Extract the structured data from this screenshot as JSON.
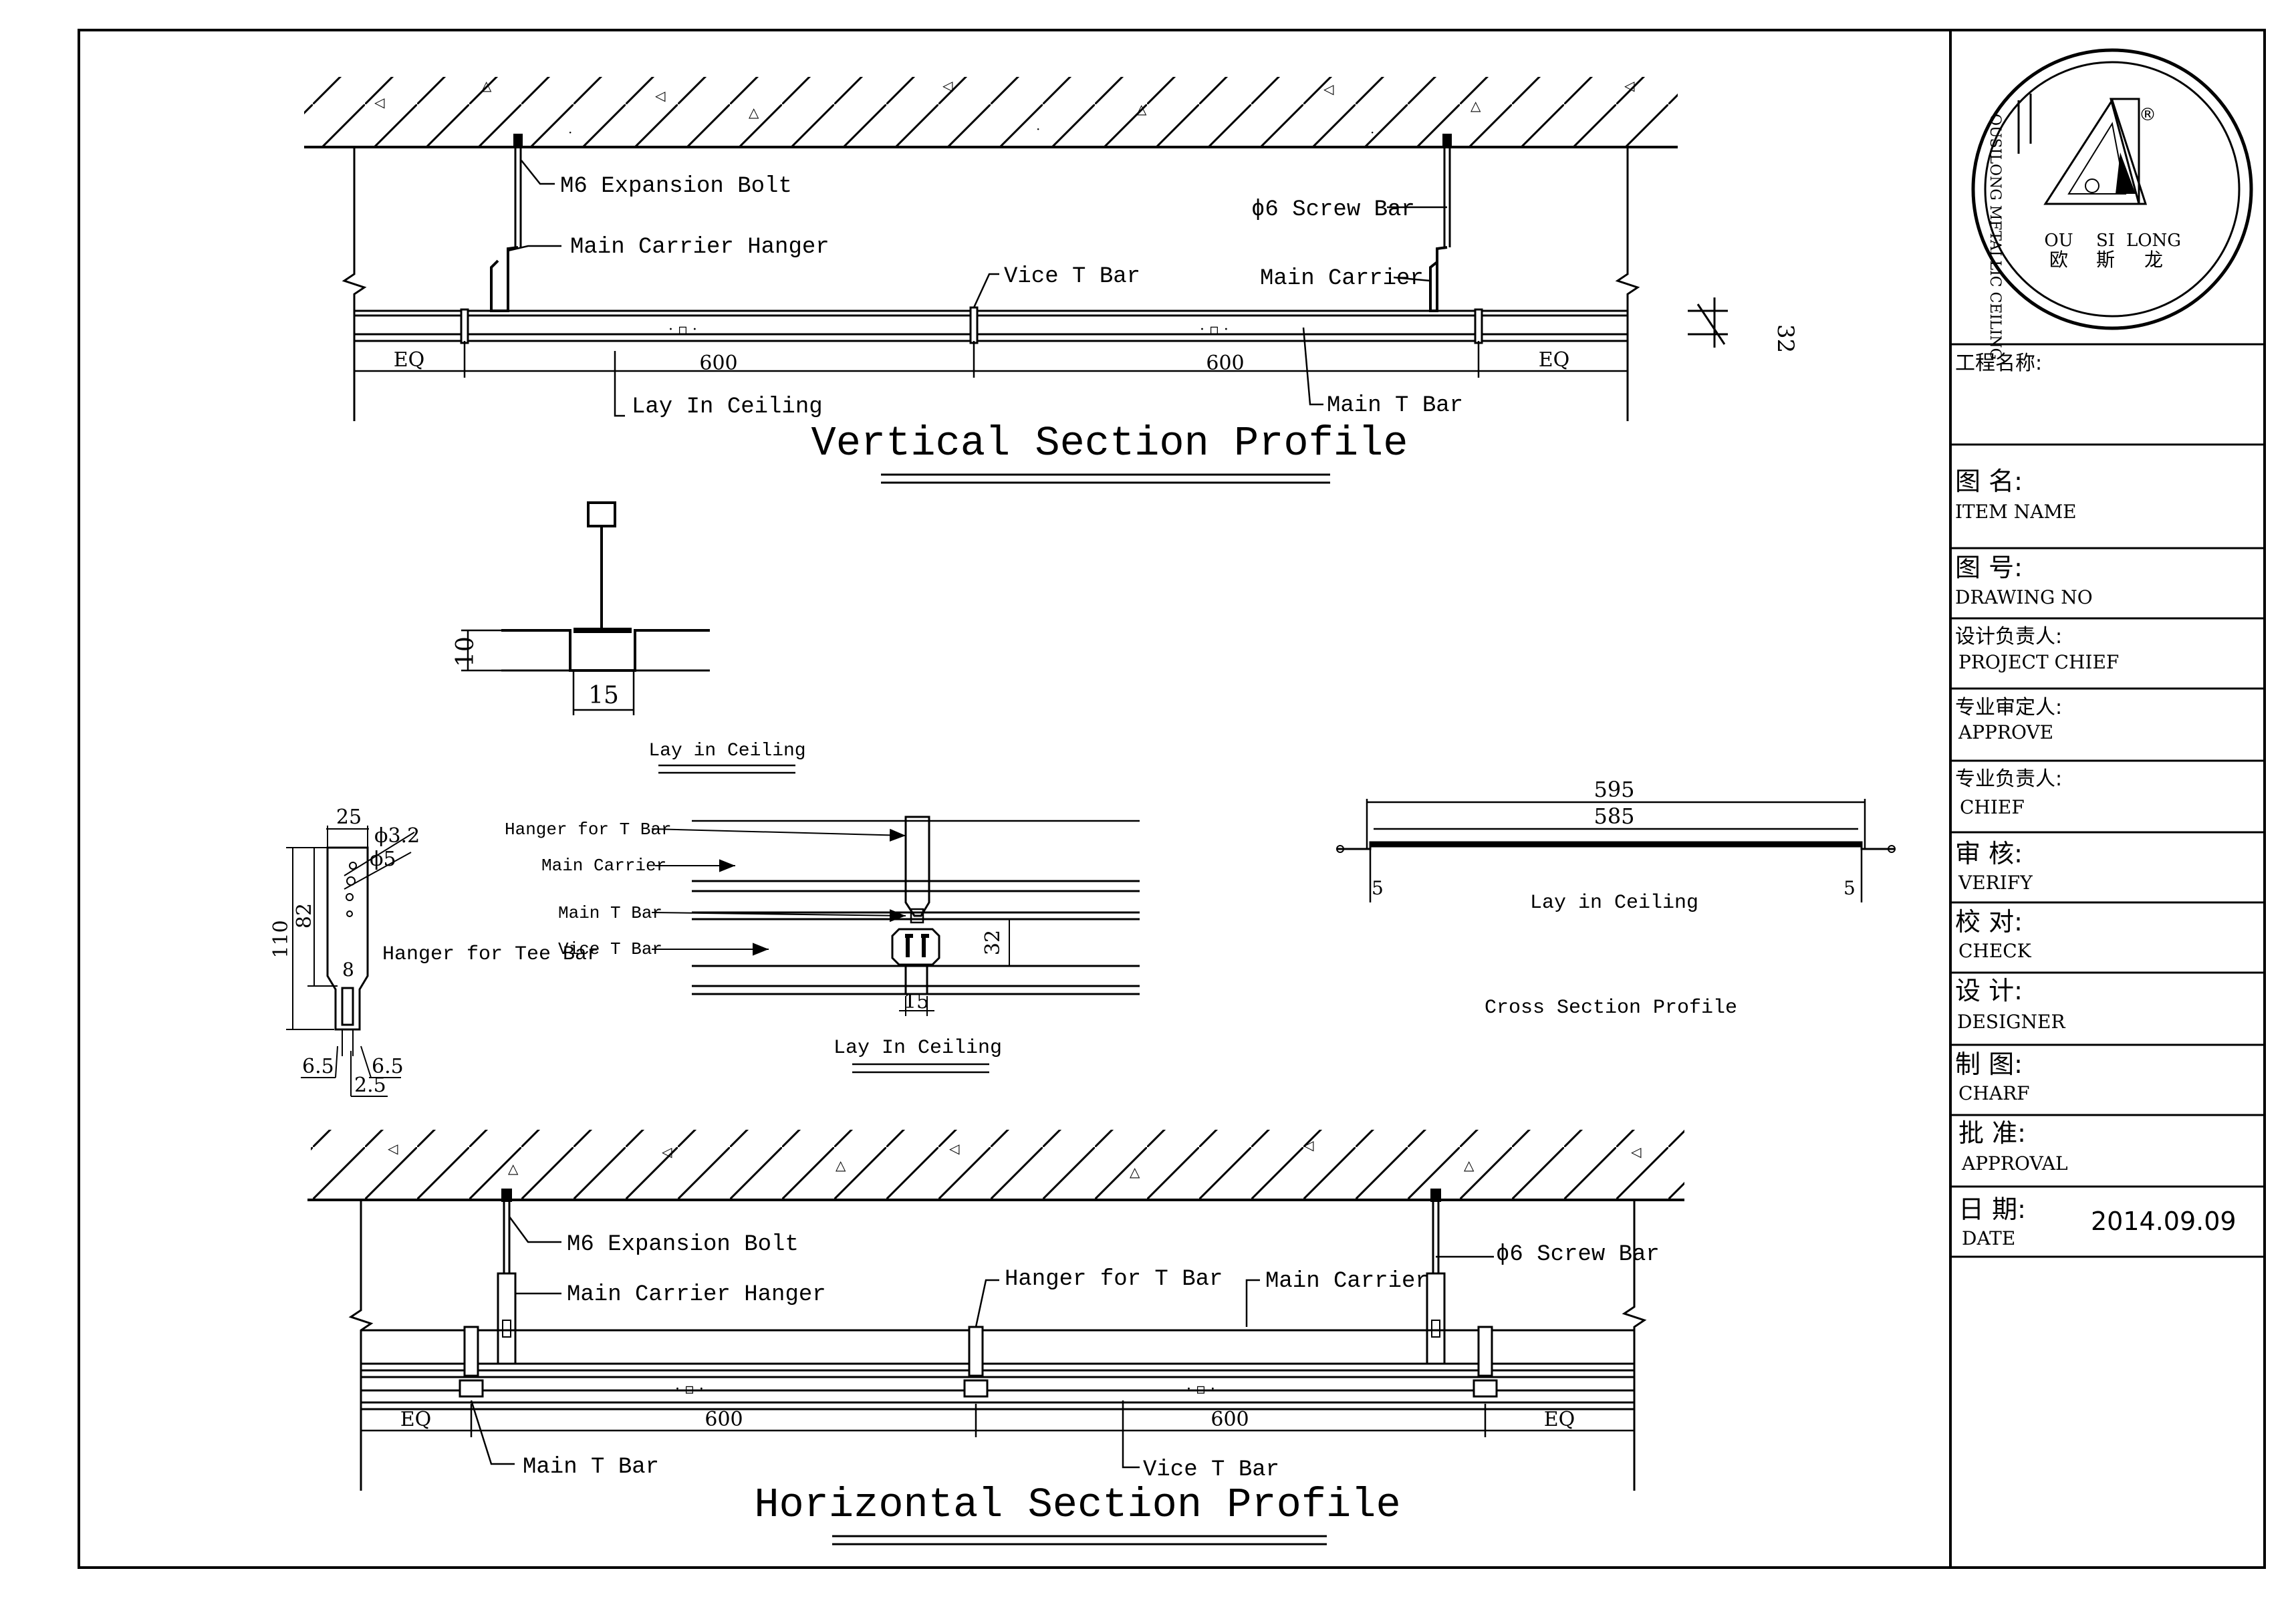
{
  "vertical": {
    "title": "Vertical Section Profile",
    "labels": {
      "expansion_bolt": "M6 Expansion Bolt",
      "carrier_hanger": "Main Carrier Hanger",
      "vice_t_bar": "Vice T Bar",
      "screw_bar": "ϕ6 Screw Bar",
      "main_carrier": "Main Carrier",
      "lay_in_ceiling": "Lay In Ceiling",
      "main_t_bar": "Main T Bar"
    },
    "dims": {
      "eq_left": "EQ",
      "span1": "600",
      "span2": "600",
      "eq_right": "EQ",
      "height": "32"
    }
  },
  "lay_in_detail": {
    "caption": "Lay in Ceiling",
    "dim_height": "10",
    "dim_width": "15"
  },
  "hanger_detail": {
    "label": "Hanger for Tee Bar",
    "dims": {
      "top_width": "25",
      "hole1": "ϕ3.2",
      "hole2": "ϕ5",
      "total_height": "110",
      "upper_height": "82",
      "slot": "8",
      "left": "6.5",
      "right": "6.5",
      "bottom": "2.5"
    }
  },
  "assembly_detail": {
    "labels": {
      "hanger_t_bar": "Hanger for T Bar",
      "main_carrier": "Main Carrier",
      "main_t_bar": "Main T Bar",
      "vice_t_bar": "Vice T Bar"
    },
    "dim_height": "32",
    "dim_width": "15",
    "caption": "Lay In Ceiling"
  },
  "cross_section": {
    "dim_outer": "595",
    "dim_inner": "585",
    "edge_left": "5",
    "edge_right": "5",
    "panel_label": "Lay in Ceiling",
    "caption": "Cross Section Profile"
  },
  "horizontal": {
    "title": "Horizontal Section Profile",
    "labels": {
      "expansion_bolt": "M6 Expansion Bolt",
      "carrier_hanger": "Main Carrier Hanger",
      "hanger_t_bar": "Hanger for T Bar",
      "main_carrier": "Main Carrier",
      "screw_bar": "ϕ6 Screw Bar",
      "main_t_bar": "Main T Bar",
      "vice_t_bar": "Vice T Bar"
    },
    "dims": {
      "eq_left": "EQ",
      "span1": "600",
      "span2": "600",
      "eq_right": "EQ"
    }
  },
  "logo": {
    "arc_text": "OUSILONG METALLIC CEILING",
    "latin": [
      "OU",
      "SI",
      "LONG"
    ],
    "chinese": [
      "欧",
      "斯",
      "龙"
    ],
    "registered": "®"
  },
  "title_block": {
    "project_name": "工程名称:",
    "rows": [
      {
        "zh": "图  名:",
        "en": "ITEM NAME"
      },
      {
        "zh": "图  号:",
        "en": "DRAWING NO"
      },
      {
        "zh": "设计负责人:",
        "en": "PROJECT CHIEF"
      },
      {
        "zh": "专业审定人:",
        "en": "APPROVE"
      },
      {
        "zh": "专业负责人:",
        "en": "CHIEF"
      },
      {
        "zh": "审  核:",
        "en": "VERIFY"
      },
      {
        "zh": "校  对:",
        "en": "CHECK"
      },
      {
        "zh": "设  计:",
        "en": "DESIGNER"
      },
      {
        "zh": "制  图:",
        "en": "CHARF"
      },
      {
        "zh": "批  准:",
        "en": "APPROVAL"
      }
    ],
    "date_zh": "日  期:",
    "date_en": "DATE",
    "date_value": "2014.09.09"
  }
}
